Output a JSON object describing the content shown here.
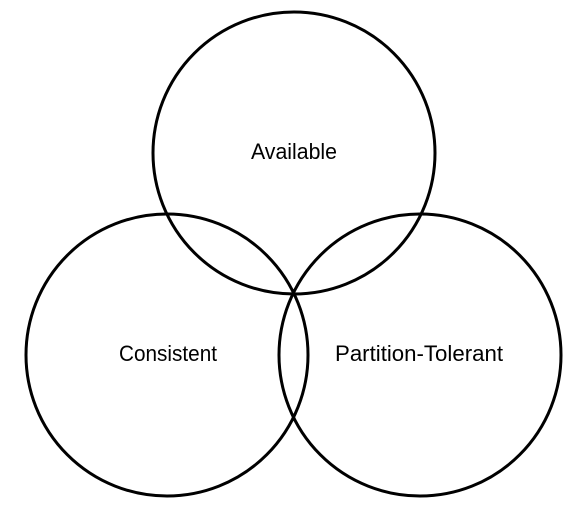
{
  "diagram": {
    "sets": [
      {
        "id": "available",
        "label": "Available"
      },
      {
        "id": "consistent",
        "label": "Consistent"
      },
      {
        "id": "partition-tolerant",
        "label": "Partition-Tolerant"
      }
    ],
    "colors": {
      "stroke": "#000000",
      "background": "#ffffff"
    }
  }
}
